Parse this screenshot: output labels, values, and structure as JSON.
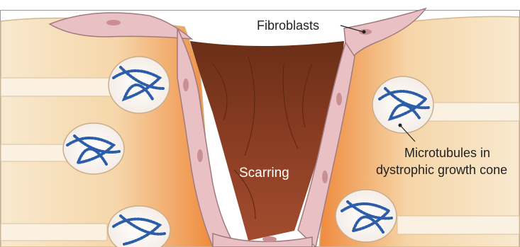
{
  "labels": {
    "fibroblasts": "Fibroblasts",
    "scarring": "Scarring",
    "microtubules_line1": "Microtubules in",
    "microtubules_line2": "dystrophic growth cone"
  },
  "colors": {
    "background": "#ffffff",
    "tissue": "#f7e6c7",
    "tissue_edge": "#d2b88d",
    "axon": "#fbf1e2",
    "glow": "#f28a36",
    "fibroblast_fill": "#e9c1c4",
    "fibroblast_edge": "#a27a7e",
    "scar": "#7a3620",
    "scar_light": "#ab5a3a",
    "microtubule": "#2b5da8",
    "frame": "#9a9a9a"
  }
}
